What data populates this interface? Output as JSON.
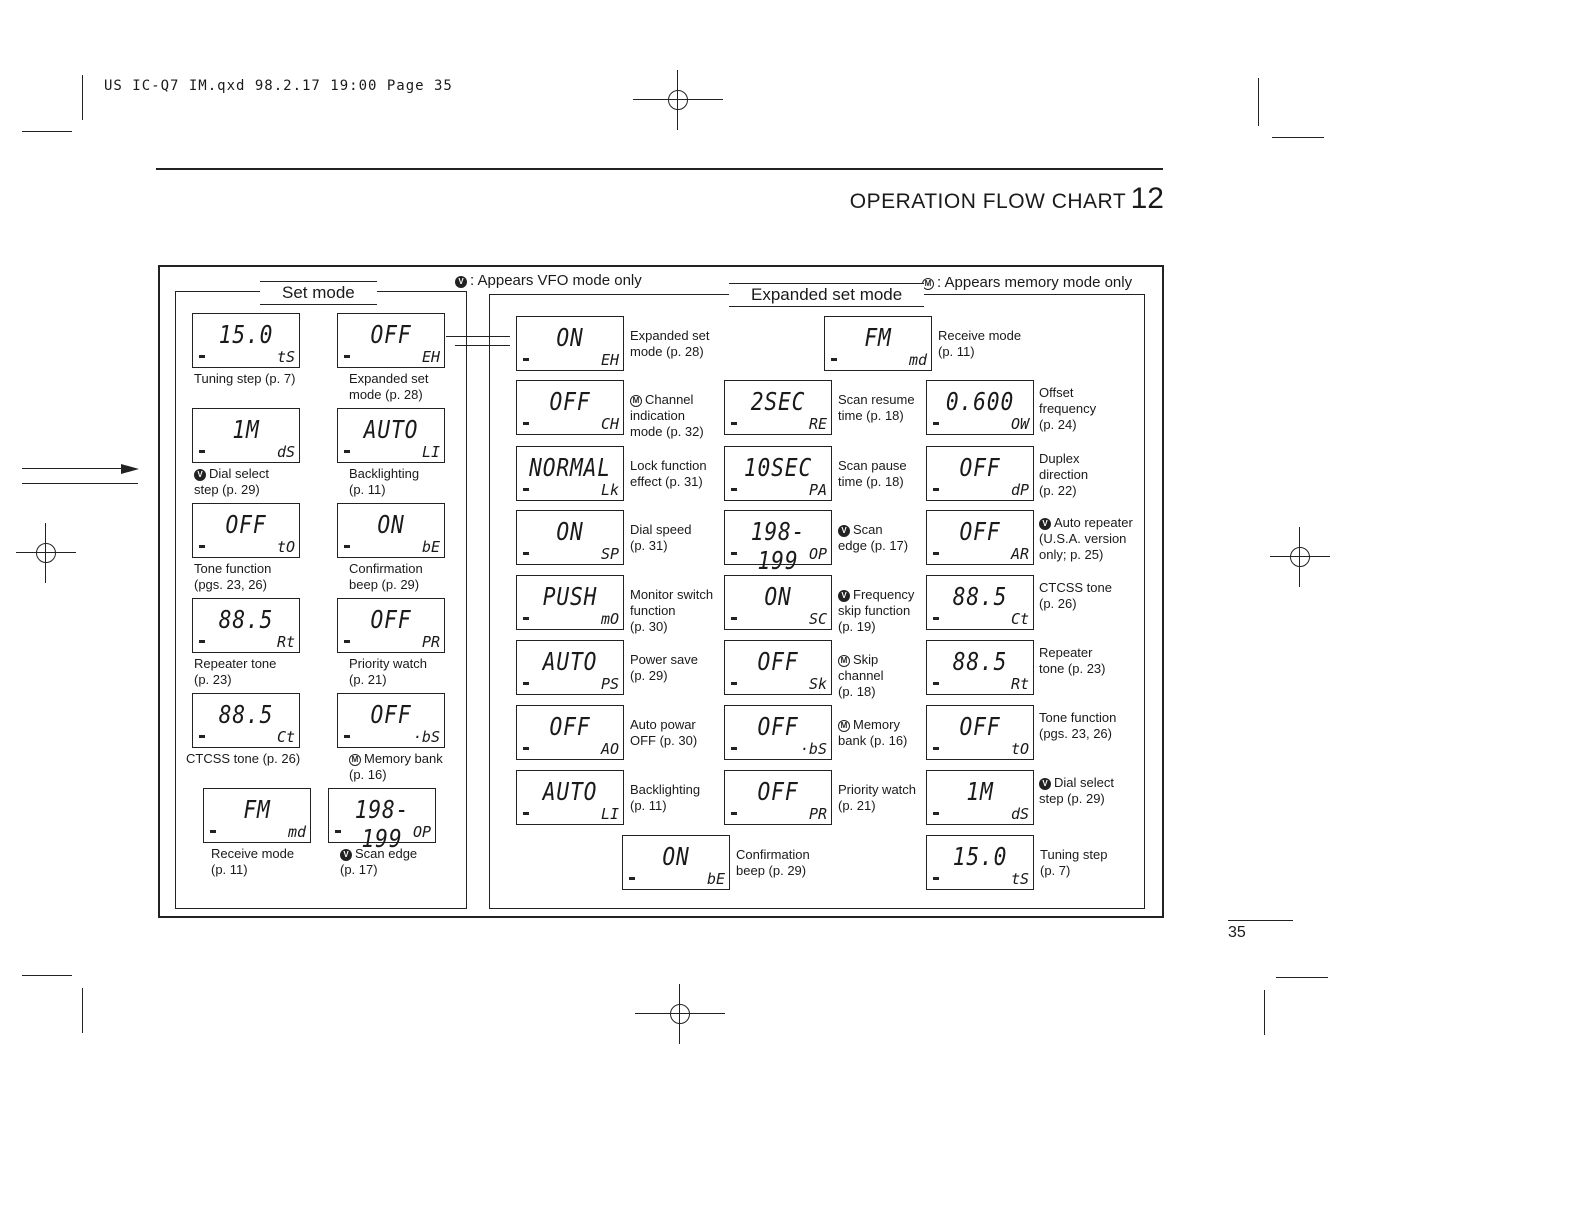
{
  "header": {
    "slug": "US IC-Q7 IM.qxd  98.2.17 19:00  Page 35"
  },
  "title": {
    "text": "OPERATION FLOW CHART",
    "chapter": "12"
  },
  "notes": {
    "vfo": "Appears VFO mode only",
    "memory": "Appears memory mode only",
    "vfo_mark": "V",
    "memory_mark": "M"
  },
  "set_mode": {
    "title": "Set mode",
    "items": [
      {
        "main": "15.0",
        "sub": "tS",
        "label": "Tuning step (p. 7)",
        "mark": ""
      },
      {
        "main": "OFF",
        "sub": "EH",
        "label": "Expanded set\nmode (p. 28)",
        "mark": ""
      },
      {
        "main": "1M",
        "sub": "dS",
        "label": "Dial select\nstep (p. 29)",
        "mark": "V"
      },
      {
        "main": "AUTO",
        "sub": "LI",
        "label": "Backlighting\n(p. 11)",
        "mark": ""
      },
      {
        "main": "OFF",
        "sub": "tO",
        "label": "Tone function\n(pgs. 23, 26)",
        "mark": ""
      },
      {
        "main": "ON",
        "sub": "bE",
        "label": "Confirmation\nbeep (p. 29)",
        "mark": ""
      },
      {
        "main": "88.5",
        "sub": "Rt",
        "label": "Repeater tone\n(p. 23)",
        "mark": ""
      },
      {
        "main": "OFF",
        "sub": "PR",
        "label": "Priority watch\n(p. 21)",
        "mark": ""
      },
      {
        "main": "88.5",
        "sub": "Ct",
        "label": "CTCSS tone (p. 26)",
        "mark": ""
      },
      {
        "main": "OFF",
        "sub": "·bS",
        "label": "Memory bank\n(p. 16)",
        "mark": "M"
      },
      {
        "main": "FM",
        "sub": "md",
        "label": "Receive mode\n(p. 11)",
        "mark": ""
      },
      {
        "main": "198-199",
        "sub": "OP",
        "label": "Scan edge\n(p. 17)",
        "mark": "V"
      }
    ]
  },
  "expanded_mode": {
    "title": "Expanded set mode",
    "col1": [
      {
        "main": "ON",
        "sub": "EH",
        "label": "Expanded set\nmode (p. 28)",
        "mark": ""
      },
      {
        "main": "OFF",
        "sub": "CH",
        "label": "Channel\nindication\nmode (p. 32)",
        "mark": "M"
      },
      {
        "main": "NORMAL",
        "sub": "Lk",
        "label": "Lock function\neffect (p. 31)",
        "mark": ""
      },
      {
        "main": "ON",
        "sub": "SP",
        "label": "Dial speed\n(p. 31)",
        "mark": ""
      },
      {
        "main": "PUSH",
        "sub": "mO",
        "label": "Monitor switch\nfunction\n(p. 30)",
        "mark": ""
      },
      {
        "main": "AUTO",
        "sub": "PS",
        "label": "Power save\n(p. 29)",
        "mark": ""
      },
      {
        "main": "OFF",
        "sub": "AO",
        "label": "Auto powar\nOFF (p. 30)",
        "mark": ""
      },
      {
        "main": "AUTO",
        "sub": "LI",
        "label": "Backlighting\n(p. 11)",
        "mark": ""
      }
    ],
    "col2": [
      {
        "main": "2SEC",
        "sub": "RE",
        "label": "Scan resume\ntime (p. 18)",
        "mark": ""
      },
      {
        "main": "10SEC",
        "sub": "PA",
        "label": "Scan pause\ntime (p. 18)",
        "mark": ""
      },
      {
        "main": "198-199",
        "sub": "OP",
        "label": "Scan\nedge (p. 17)",
        "mark": "V"
      },
      {
        "main": "ON",
        "sub": "SC",
        "label": "Frequency\nskip function\n(p. 19)",
        "mark": "V"
      },
      {
        "main": "OFF",
        "sub": "Sk",
        "label": "Skip\nchannel\n(p. 18)",
        "mark": "M"
      },
      {
        "main": "OFF",
        "sub": "·bS",
        "label": "Memory\nbank (p. 16)",
        "mark": "M"
      },
      {
        "main": "OFF",
        "sub": "PR",
        "label": "Priority watch\n(p. 21)",
        "mark": ""
      },
      {
        "main": "ON",
        "sub": "bE",
        "label": "Confirmation\nbeep (p. 29)",
        "mark": ""
      }
    ],
    "col3": [
      {
        "main": "FM",
        "sub": "md",
        "label": "Receive mode\n(p. 11)",
        "mark": ""
      },
      {
        "main": "0.600",
        "sub": "OW",
        "label": "Offset\nfrequency\n(p. 24)",
        "mark": ""
      },
      {
        "main": "OFF",
        "sub": "dP",
        "label": "Duplex\ndirection\n(p. 22)",
        "mark": ""
      },
      {
        "main": "OFF",
        "sub": "AR",
        "label": "Auto repeater\n(U.S.A. version\nonly; p. 25)",
        "mark": "V"
      },
      {
        "main": "88.5",
        "sub": "Ct",
        "label": "CTCSS tone\n(p. 26)",
        "mark": ""
      },
      {
        "main": "88.5",
        "sub": "Rt",
        "label": "Repeater\ntone (p. 23)",
        "mark": ""
      },
      {
        "main": "OFF",
        "sub": "tO",
        "label": "Tone function\n(pgs. 23, 26)",
        "mark": ""
      },
      {
        "main": "1M",
        "sub": "dS",
        "label": "Dial select\nstep (p. 29)",
        "mark": "V"
      },
      {
        "main": "15.0",
        "sub": "tS",
        "label": "Tuning step\n(p. 7)",
        "mark": ""
      }
    ]
  },
  "page_number": "35"
}
